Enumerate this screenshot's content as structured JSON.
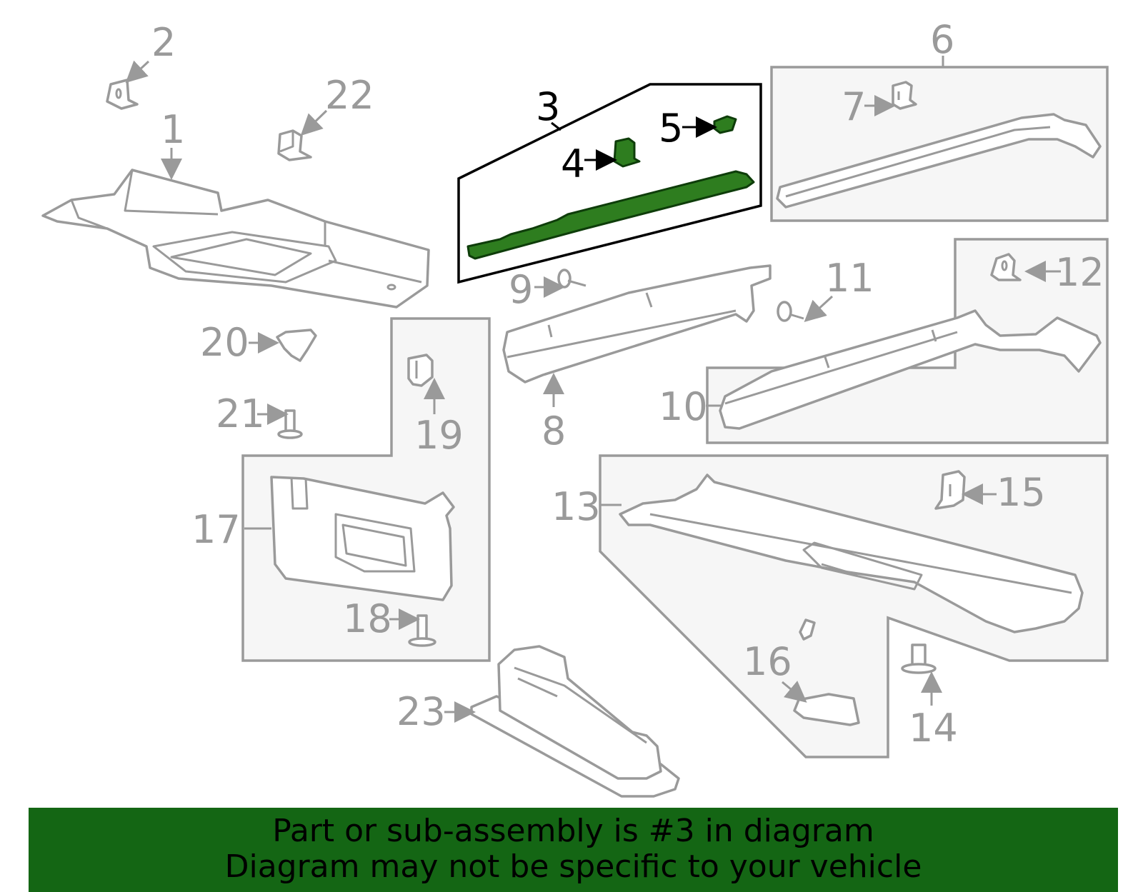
{
  "diagram": {
    "highlighted_callout": "3",
    "highlight_color": "#2e7d1f",
    "part_color": "#9a9a9a",
    "callouts": {
      "c1": "1",
      "c2": "2",
      "c3": "3",
      "c4": "4",
      "c5": "5",
      "c6": "6",
      "c7": "7",
      "c8": "8",
      "c9": "9",
      "c10": "10",
      "c11": "11",
      "c12": "12",
      "c13": "13",
      "c14": "14",
      "c15": "15",
      "c16": "16",
      "c17": "17",
      "c18": "18",
      "c19": "19",
      "c20": "20",
      "c21": "21",
      "c22": "22",
      "c23": "23"
    }
  },
  "banner": {
    "line1": "Part or sub-assembly is #3 in diagram",
    "line2": "Diagram may not be specific to your vehicle",
    "background": "#146614"
  }
}
